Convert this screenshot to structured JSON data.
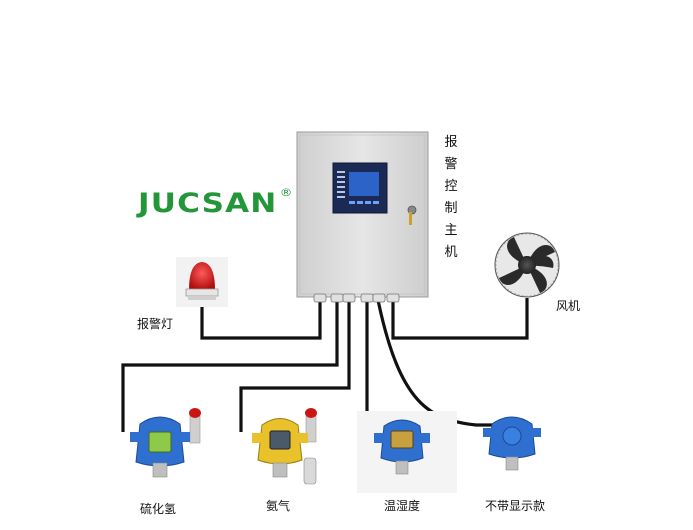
{
  "brand": {
    "name": "JUCSAN",
    "registered_mark": "®"
  },
  "controller": {
    "label_chars": [
      "报",
      "警",
      "控",
      "制",
      "主",
      "机"
    ]
  },
  "devices": {
    "alarm_light": {
      "label": "报警灯"
    },
    "fan": {
      "label": "风机"
    },
    "detector_h2s": {
      "label": "硫化氢"
    },
    "detector_nh3": {
      "label": "氨气"
    },
    "detector_temp_humidity": {
      "label": "温湿度"
    },
    "detector_no_display": {
      "label": "不带显示款"
    }
  },
  "colors": {
    "cable": "#111111",
    "brand_green": "#23963a",
    "cabinet": "#dcdcdc",
    "detector_blue": "#2f6fd0",
    "detector_yellow": "#e8c12b",
    "alarm_red": "#d01818"
  }
}
